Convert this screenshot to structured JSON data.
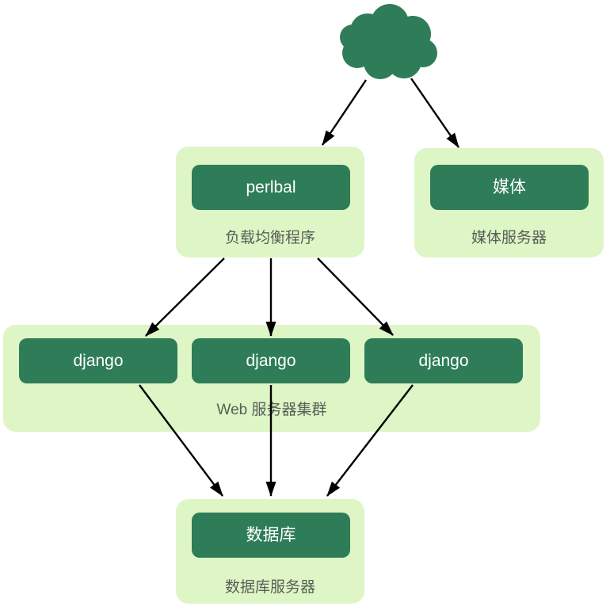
{
  "diagram_type": "architecture-flowchart",
  "colors": {
    "node_fill": "#2e7d58",
    "cluster_fill": "#def5c5",
    "node_text": "#ffffff",
    "caption_text": "#575f57",
    "arrow": "#000000",
    "background": "#ffffff"
  },
  "icons": {
    "cloud": "internet-cloud-icon"
  },
  "clusters": [
    {
      "name": "load-balancer",
      "caption": "负载均衡程序",
      "nodes": [
        "perlbal"
      ]
    },
    {
      "name": "media-server",
      "caption": "媒体服务器",
      "nodes": [
        "媒体"
      ]
    },
    {
      "name": "web-server-cluster",
      "caption": "Web 服务器集群",
      "nodes": [
        "django",
        "django",
        "django"
      ]
    },
    {
      "name": "database-server",
      "caption": "数据库服务器",
      "nodes": [
        "数据库"
      ]
    }
  ],
  "edges": [
    {
      "from": "internet-cloud",
      "to": "perlbal"
    },
    {
      "from": "internet-cloud",
      "to": "媒体"
    },
    {
      "from": "perlbal",
      "to": "django-1"
    },
    {
      "from": "perlbal",
      "to": "django-2"
    },
    {
      "from": "perlbal",
      "to": "django-3"
    },
    {
      "from": "django-1",
      "to": "数据库"
    },
    {
      "from": "django-2",
      "to": "数据库"
    },
    {
      "from": "django-3",
      "to": "数据库"
    }
  ]
}
